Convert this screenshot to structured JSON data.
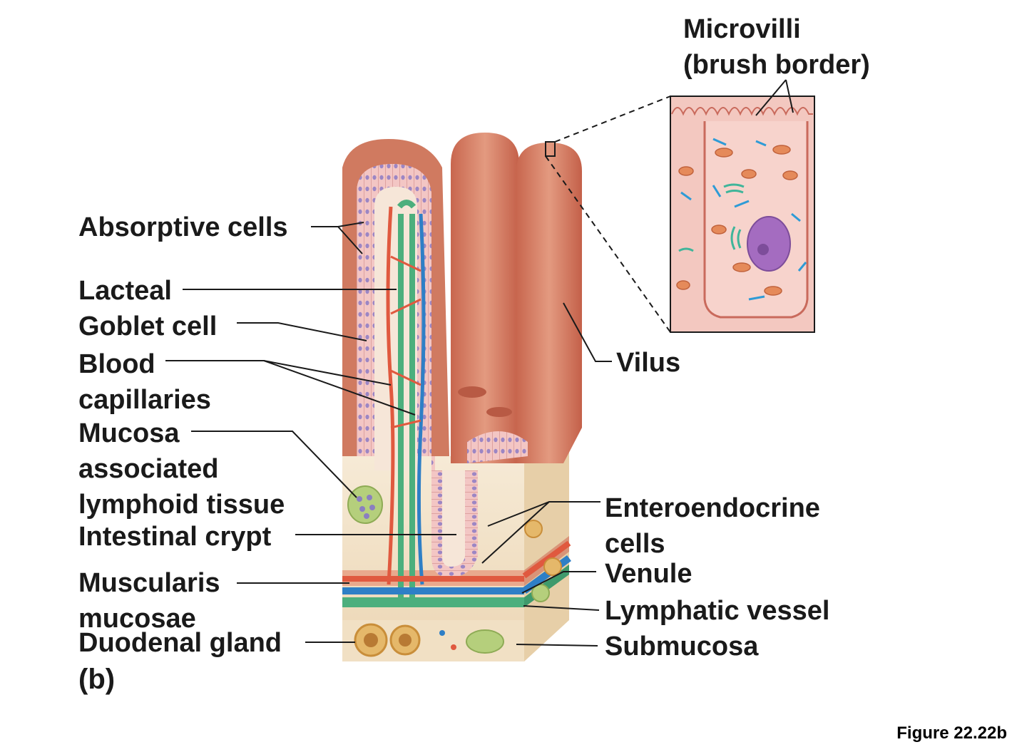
{
  "labels": {
    "microvilli_line1": "Microvilli",
    "microvilli_line2": "(brush border)",
    "absorptive_cells": "Absorptive cells",
    "lacteal": "Lacteal",
    "goblet_cell": "Goblet cell",
    "blood_line1": "Blood",
    "blood_line2": "capillaries",
    "malt_line1": "Mucosa",
    "malt_line2": "associated",
    "malt_line3": "lymphoid tissue",
    "intestinal_crypt": "Intestinal crypt",
    "muscularis_line1": "Muscularis",
    "muscularis_line2": "mucosae",
    "duodenal_gland": "Duodenal gland",
    "panel": "(b)",
    "vilus": "Vilus",
    "entero_line1": "Enteroendocrine",
    "entero_line2": "cells",
    "venule": "Venule",
    "lymphatic_vessel": "Lymphatic vessel",
    "submucosa": "Submucosa"
  },
  "figure_number": "Figure 22.22b",
  "colors": {
    "villus_flesh": "#d9846b",
    "villus_light": "#e8a48c",
    "epithelium": "#f2c2c0",
    "goblet": "#a98cc8",
    "lacteal": "#4caf7d",
    "capillary": "#e0593f",
    "venule": "#2e7fc6",
    "submucosa": "#f3e3c8",
    "leader": "#1a1a1a"
  }
}
